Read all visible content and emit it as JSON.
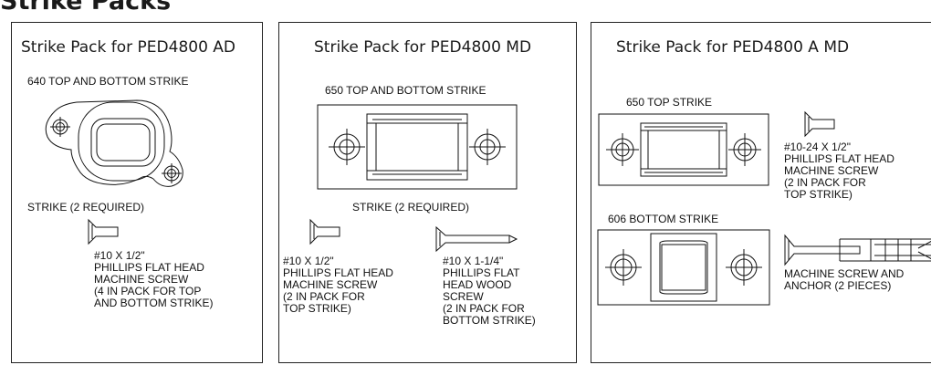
{
  "heading": "Strike Packs",
  "panels": [
    {
      "title": "Strike Pack for  PED4800 AD",
      "strike_label": "640 TOP AND BOTTOM STRIKE",
      "strike_qty": "STRIKE (2 REQUIRED)",
      "screw_label": "#10 X 1/2\"\nPHILLIPS FLAT HEAD\nMACHINE SCREW\n(4 IN PACK FOR TOP\nAND BOTTOM STRIKE)"
    },
    {
      "title": "Strike Pack for PED4800 MD",
      "strike_label": "650 TOP AND BOTTOM STRIKE",
      "strike_qty": "STRIKE (2 REQUIRED)",
      "screw_label": "#10 X 1/2\"\nPHILLIPS FLAT HEAD\nMACHINE SCREW\n(2 IN PACK FOR\nTOP STRIKE)",
      "wood_screw_label": "#10 X 1-1/4\"\nPHILLIPS FLAT\nHEAD WOOD\nSCREW\n(2 IN PACK FOR\nBOTTOM STRIKE)"
    },
    {
      "title": "Strike Pack for PED4800 A MD",
      "top_strike_label": "650 TOP STRIKE",
      "bottom_strike_label": "606 BOTTOM STRIKE",
      "screw_label": "#10-24 X 1/2\"\nPHILLIPS FLAT HEAD\nMACHINE SCREW\n(2 IN PACK FOR\nTOP STRIKE)",
      "anchor_label": "MACHINE SCREW AND\nANCHOR (2 PIECES)"
    }
  ]
}
